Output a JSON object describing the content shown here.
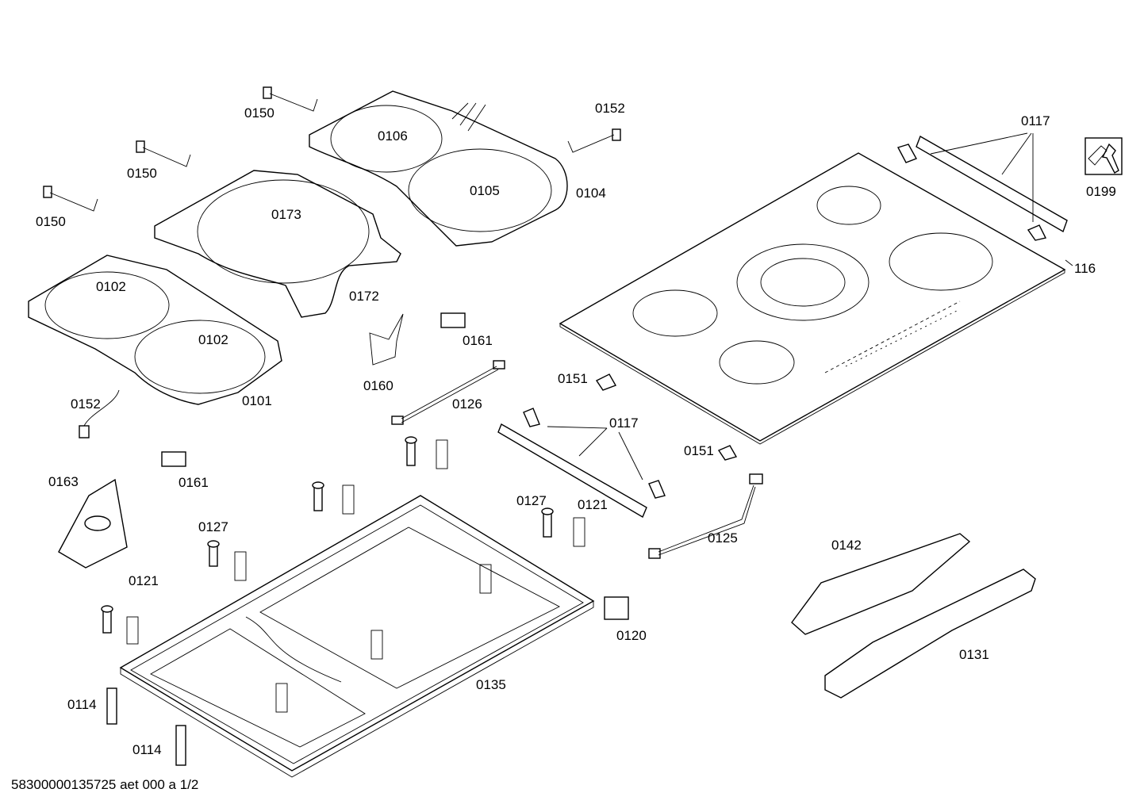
{
  "footer": "58300000135725 aet 000 a 1/2",
  "labels": {
    "p0150a": "0150",
    "p0150b": "0150",
    "p0150c": "0150",
    "p0106": "0106",
    "p0105": "0105",
    "p0104": "0104",
    "p0152a": "0152",
    "p0152b": "0152",
    "p0173": "0173",
    "p0172": "0172",
    "p0102a": "0102",
    "p0102b": "0102",
    "p0101": "0101",
    "p0117a": "0117",
    "p0117b": "0117",
    "p0199": "0199",
    "p116": "116",
    "p0161a": "0161",
    "p0161b": "0161",
    "p0160": "0160",
    "p0126": "0126",
    "p0151a": "0151",
    "p0151b": "0151",
    "p0163": "0163",
    "p0127a": "0127",
    "p0127b": "0127",
    "p0121a": "0121",
    "p0121b": "0121",
    "p0125": "0125",
    "p0142": "0142",
    "p0131": "0131",
    "p0120": "0120",
    "p0135": "0135",
    "p0114a": "0114",
    "p0114b": "0114"
  }
}
